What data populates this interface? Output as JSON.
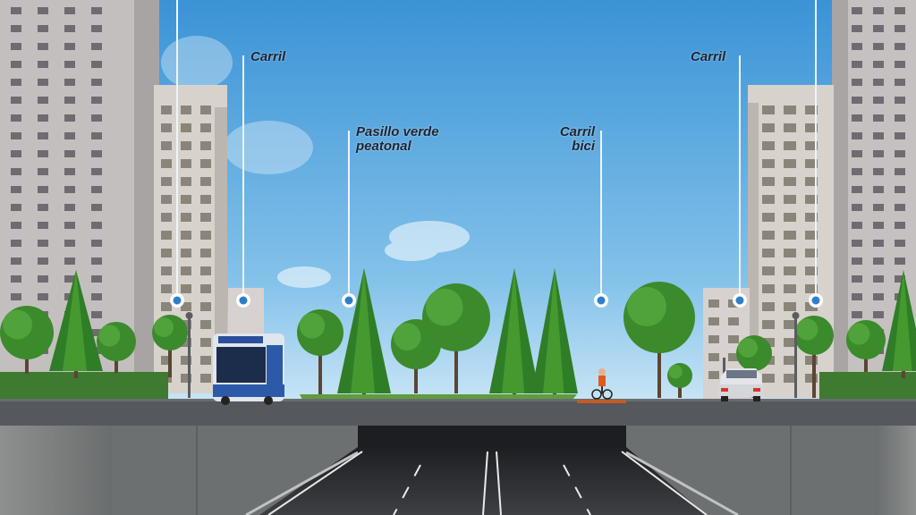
{
  "colors": {
    "sky_top": "#3f98d8",
    "sky_bottom": "#bfe0f4",
    "building": "#c9c4c3",
    "asphalt": "#4a4d52",
    "concrete": "#7b7e7e",
    "tree": "#2f8a2a",
    "marker": "#2f7fc8",
    "bike_lane": "#c45a2a"
  },
  "annotations": [
    {
      "id": "carril-left",
      "text": "Carril"
    },
    {
      "id": "pasillo",
      "text": "Pasillo verde\npeatonal"
    },
    {
      "id": "carril-bici",
      "text": "Carril\nbici"
    },
    {
      "id": "carril-right",
      "text": "Carril"
    }
  ],
  "icons": [
    "bus-icon",
    "car-icon",
    "cyclist-icon",
    "tree-icon",
    "streetlamp-icon",
    "marker-icon"
  ]
}
